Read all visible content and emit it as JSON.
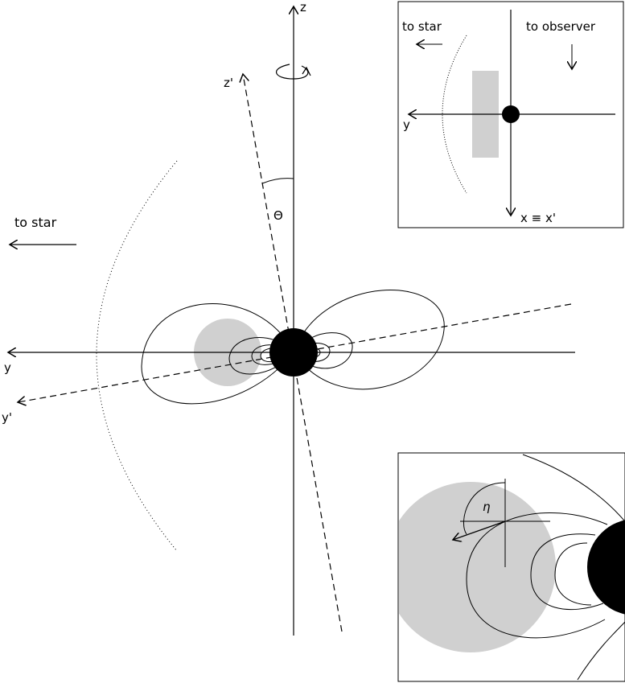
{
  "main": {
    "z_label": "z",
    "z_prime_label": "z'",
    "theta_label": "Θ",
    "to_star_label": "to star",
    "y_label": "y",
    "y_prime_label": "y'"
  },
  "inset_top": {
    "to_star_label": "to star",
    "to_observer_label": "to observer",
    "y_label": "y",
    "x_label": "x ≡ x'"
  },
  "inset_bottom": {
    "eta_label": "η"
  },
  "colors": {
    "shadow": "#d0d0d0",
    "body": "#000000"
  }
}
